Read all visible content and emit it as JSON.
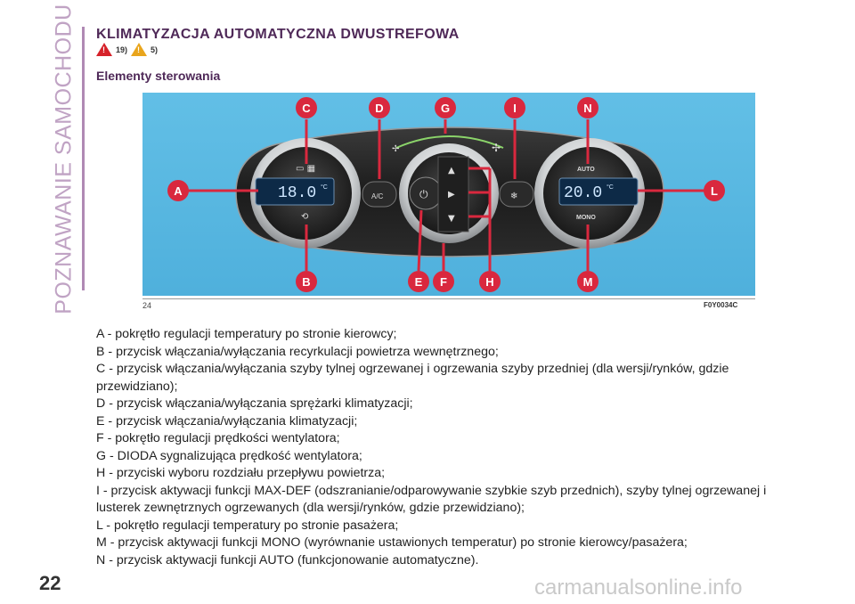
{
  "side_label": "POZNAWANIE SAMOCHODU",
  "title": "KLIMATYZACJA AUTOMATYCZNA DWUSTREFOWA",
  "warnings": [
    {
      "icon": "warning-triangle-icon",
      "color": "#d6222a",
      "ref": "19)"
    },
    {
      "icon": "caution-triangle-icon",
      "color": "#e9a51c",
      "ref": "5)"
    }
  ],
  "subtitle": "Elementy sterowania",
  "figure": {
    "number": "24",
    "code": "F0Y0034C",
    "left_temp": "18.0",
    "right_temp": "20.0",
    "unit": "°C",
    "ac_label": "A/C",
    "auto_label": "AUTO",
    "mono_label": "MONO",
    "callouts": [
      "C",
      "D",
      "G",
      "I",
      "N",
      "A",
      "L",
      "B",
      "E",
      "F",
      "H",
      "M"
    ],
    "callout_color": "#d9283e"
  },
  "items": [
    "A - pokrętło regulacji temperatury po stronie kierowcy;",
    "B - przycisk włączania/wyłączania recyrkulacji powietrza wewnętrznego;",
    "C - przycisk włączania/wyłączania szyby tylnej ogrzewanej i ogrzewania szyby przedniej (dla wersji/rynków, gdzie przewidziano);",
    "D - przycisk włączania/wyłączania sprężarki klimatyzacji;",
    "E - przycisk włączania/wyłączania klimatyzacji;",
    "F - pokrętło regulacji prędkości wentylatora;",
    "G - DIODA sygnalizująca prędkość wentylatora;",
    "H - przyciski wyboru rozdziału przepływu powietrza;",
    "I - przycisk aktywacji funkcji MAX-DEF (odszranianie/odparowywanie szybkie szyb przednich), szyby tylnej ogrzewanej i lusterek zewnętrznych ogrzewanych (dla wersji/rynków, gdzie przewidziano);",
    "L - pokrętło regulacji temperatury po stronie pasażera;",
    "M - przycisk aktywacji funkcji MONO (wyrównanie ustawionych temperatur) po stronie kierowcy/pasażera;",
    "N - przycisk aktywacji funkcji AUTO (funkcjonowanie automatyczne)."
  ],
  "page_number": "22",
  "watermark": "carmanualsonline.info"
}
